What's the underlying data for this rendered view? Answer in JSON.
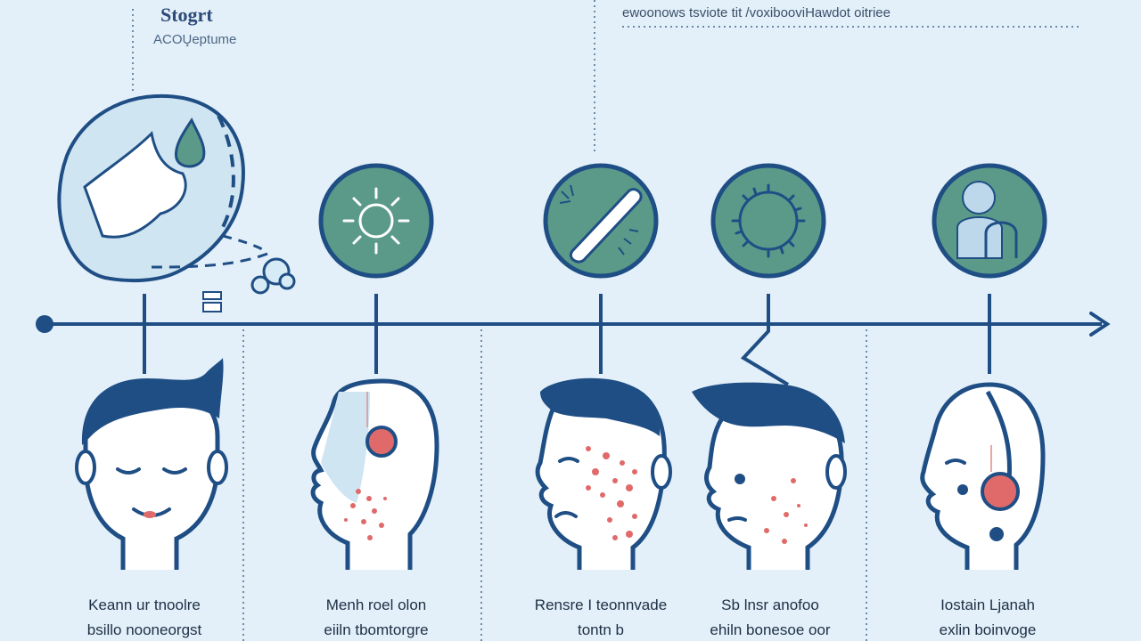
{
  "header": {
    "title": "Stogrt",
    "subtitle": "ACOU̧eptume",
    "note": "ewoonows tsviote tit /voxibooviHawdot oitriee"
  },
  "stages": [
    {
      "caption_line1": "Keann ur tnoolre",
      "caption_line2": "bsillo nooneorgst",
      "icon": "droplet-face-icon"
    },
    {
      "caption_line1": "Menh roel olon",
      "caption_line2": "eiiln tbomtorgre",
      "icon": "sun-icon"
    },
    {
      "caption_line1": "Rensre I teonnvade",
      "caption_line2": "tontn b",
      "icon": "cream-tube-icon"
    },
    {
      "caption_line1": "Sb lnsr anofoo",
      "caption_line2": "ehiln bonesoe oor",
      "icon": "gear-sun-icon"
    },
    {
      "caption_line1": "Iostain Ljanah",
      "caption_line2": "exlin boinvoge",
      "icon": "person-icon"
    }
  ],
  "colors": {
    "background": "#e3f0f9",
    "navy": "#1f4e85",
    "teal": "#5b9a88",
    "spot_red": "#e06a6a",
    "light_blue": "#bcd8ea"
  }
}
